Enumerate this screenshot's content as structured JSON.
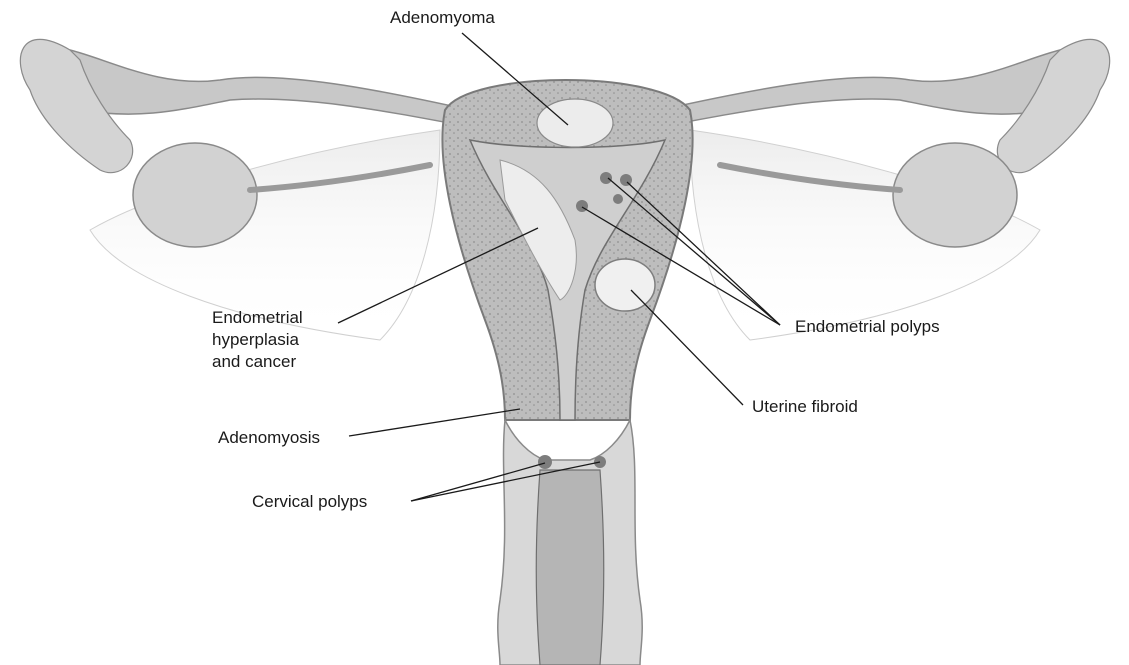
{
  "labels": {
    "adenomyoma": "Adenomyoma",
    "endometrial_hyperplasia": [
      "Endometrial",
      "hyperplasia",
      "and cancer"
    ],
    "endometrial_polyps": "Endometrial polyps",
    "uterine_fibroid": "Uterine fibroid",
    "adenomyosis": "Adenomyosis",
    "cervical_polyps": "Cervical polyps"
  }
}
